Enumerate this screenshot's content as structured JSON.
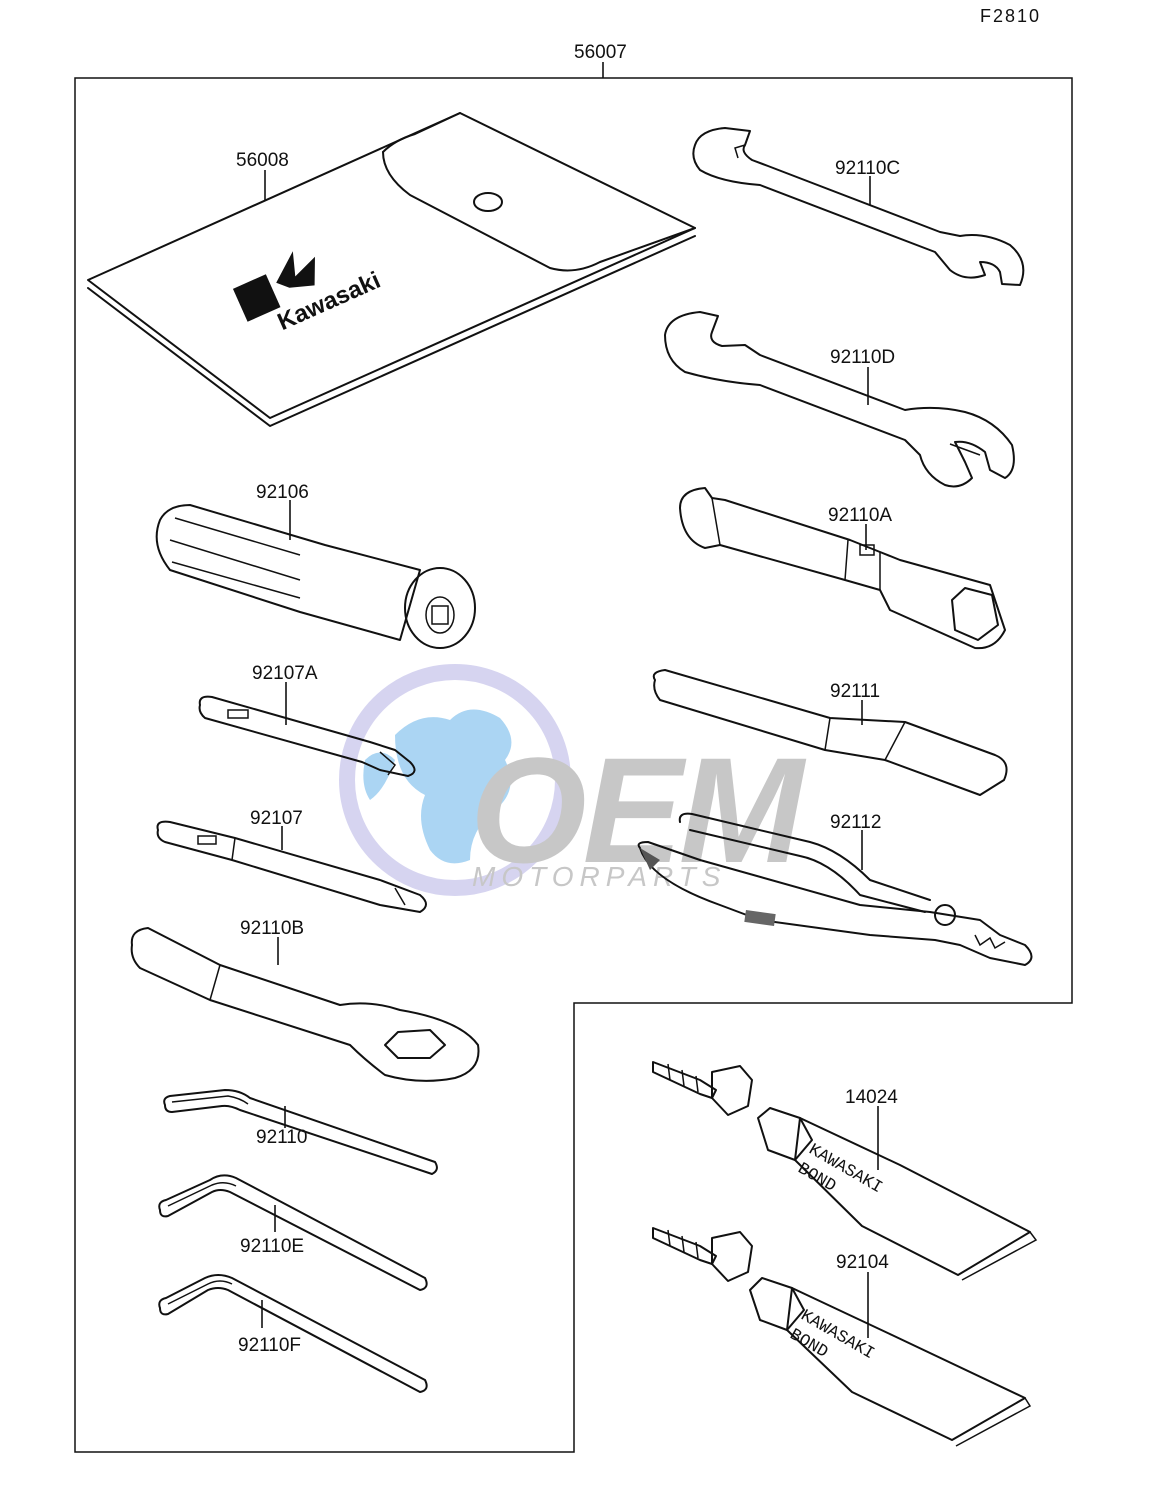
{
  "figure_code": "F2810",
  "brand_text": "Kawasaki",
  "tube_text_line1": "KAWASAKI",
  "tube_text_line2": "BOND",
  "watermark": {
    "main": "OEM",
    "sub": "MOTORPARTS",
    "colors": {
      "globe_blue": "#8fc8ef",
      "globe_violet": "#c9c6ec",
      "letters_grey": "#b5b5b5"
    }
  },
  "labels": {
    "set": "56007",
    "pouch": "56008",
    "wrench_c": "92110C",
    "wrench_d": "92110D",
    "handle": "92106",
    "plug_wrench": "92110A",
    "screwdriver_a": "92107A",
    "bar": "92111",
    "screwdriver": "92107",
    "pliers": "92112",
    "ring_wrench": "92110B",
    "hex_key": "92110",
    "hex_key_e": "92110E",
    "hex_key_f": "92110F",
    "bond_1": "14024",
    "bond_2": "92104"
  }
}
